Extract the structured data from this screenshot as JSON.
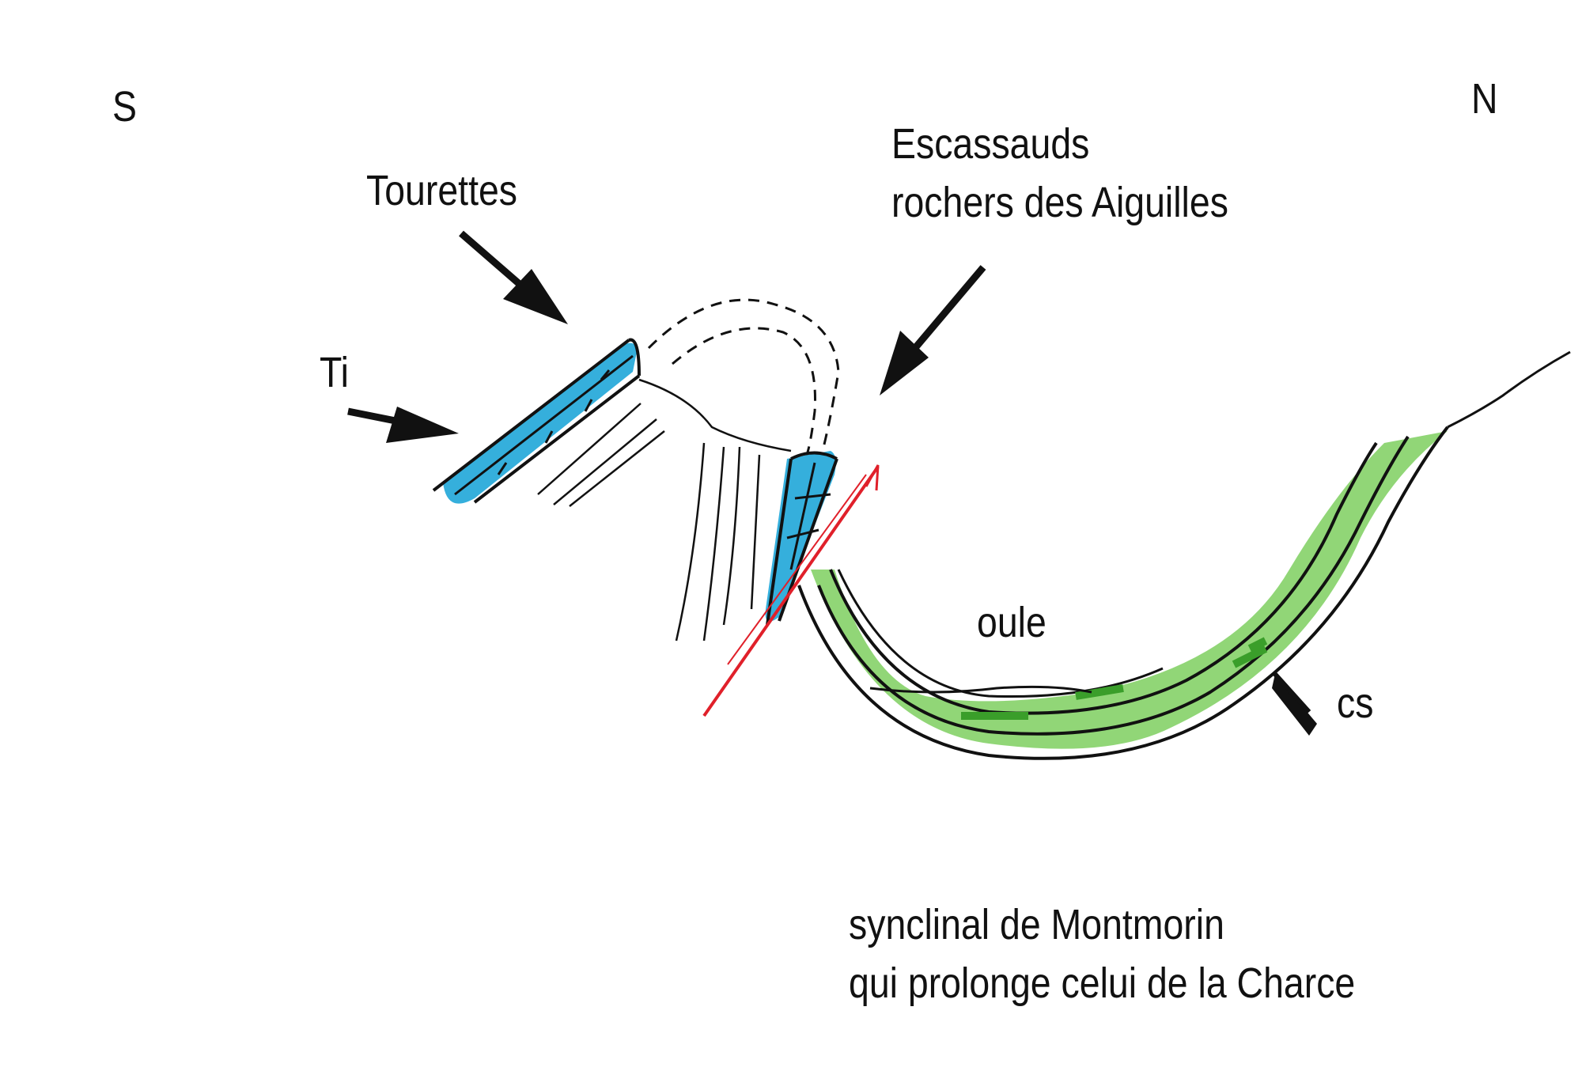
{
  "orientation": {
    "left": "S",
    "right": "N"
  },
  "labels": {
    "tourettes": "Tourettes",
    "escassauds_line1": "Escassauds",
    "escassauds_line2": "rochers des Aiguilles",
    "ti": "Ti",
    "oule": "oule",
    "cs": "cs",
    "synclinal_line1": "synclinal de Montmorin",
    "synclinal_line2": "qui prolonge celui de la Charce"
  },
  "colors": {
    "tithonic_blue": "#1fa6d8",
    "cretaceous_green": "#6cc84a",
    "fault_red": "#e0202a",
    "ink": "#111111"
  }
}
